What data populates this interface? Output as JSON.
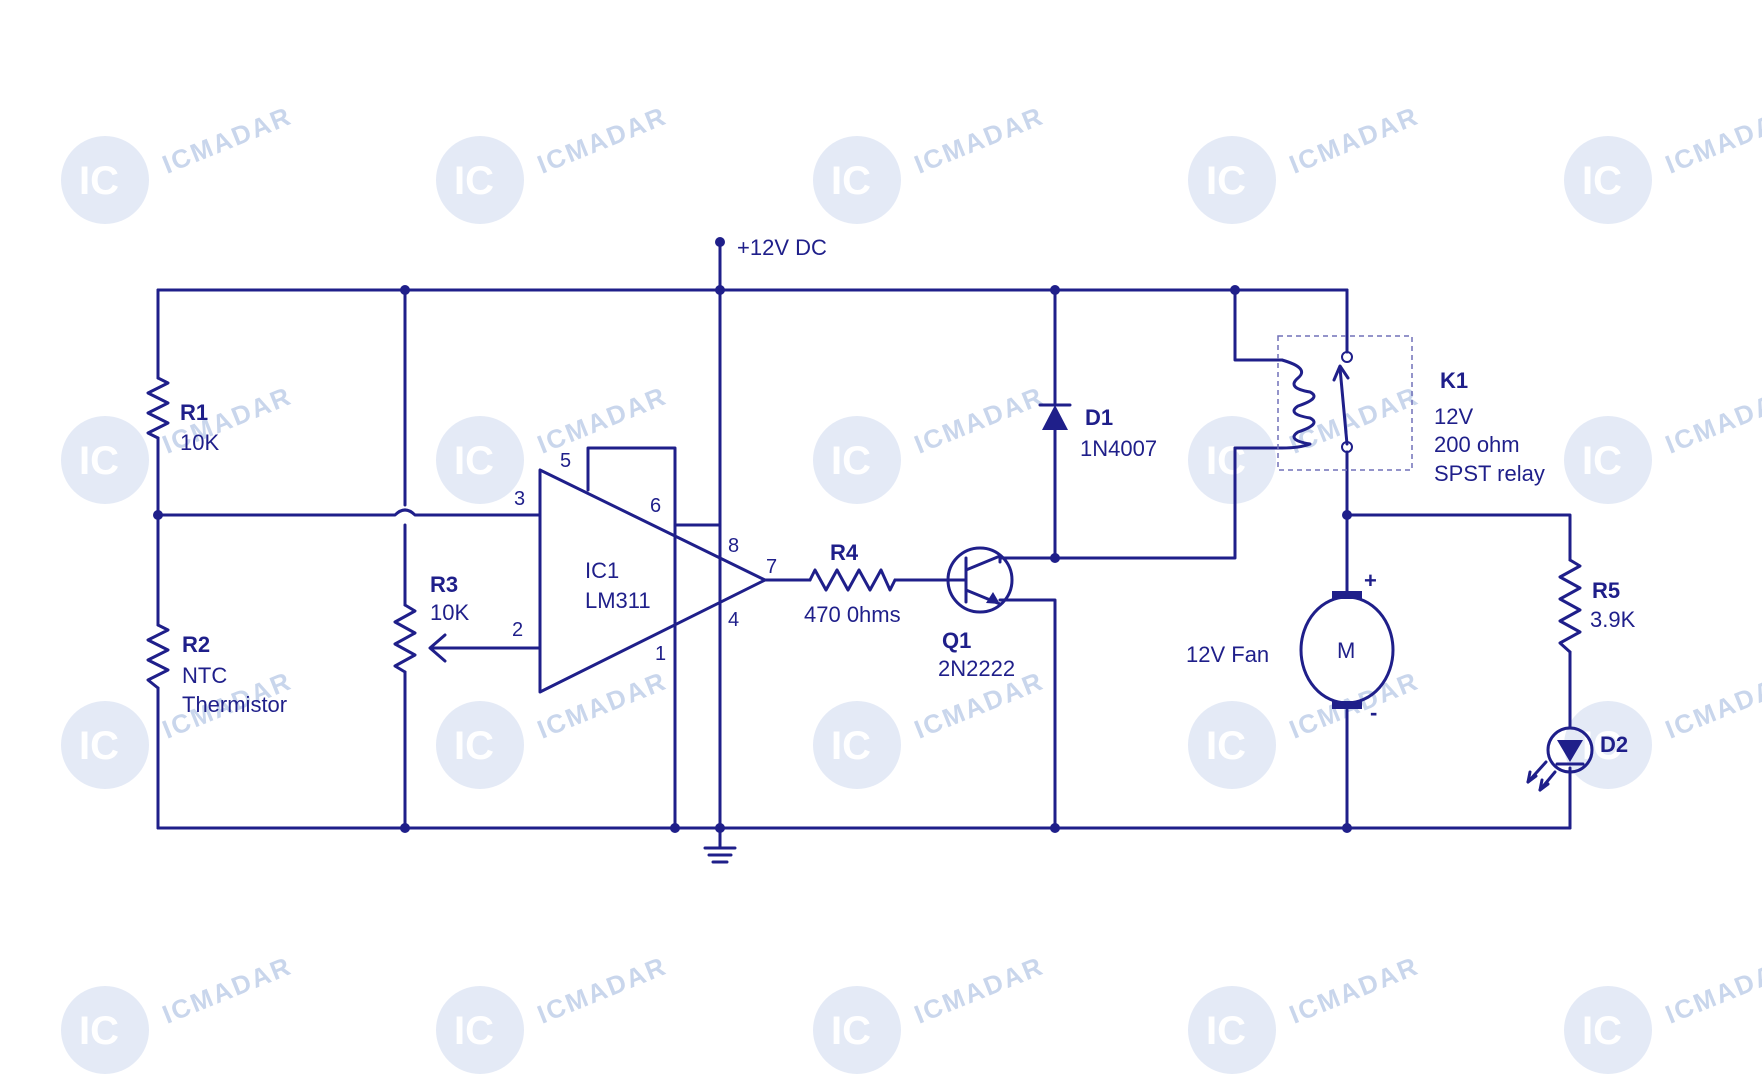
{
  "watermark": {
    "brand": "ICMADAR",
    "badge": "IC"
  },
  "supply": {
    "label": "+12V DC"
  },
  "components": {
    "r1": {
      "ref": "R1",
      "value": "10K"
    },
    "r2": {
      "ref": "R2",
      "value_line1": "NTC",
      "value_line2": "Thermistor"
    },
    "r3": {
      "ref": "R3",
      "value": "10K"
    },
    "ic1": {
      "ref": "IC1",
      "part": "LM311",
      "pins": {
        "p1": "1",
        "p2": "2",
        "p3": "3",
        "p4": "4",
        "p5": "5",
        "p6": "6",
        "p7": "7",
        "p8": "8"
      }
    },
    "r4": {
      "ref": "R4",
      "value": "470 0hms"
    },
    "q1": {
      "ref": "Q1",
      "part": "2N2222"
    },
    "d1": {
      "ref": "D1",
      "part": "1N4007"
    },
    "k1": {
      "ref": "K1",
      "line1": "12V",
      "line2": "200 ohm",
      "line3": "SPST relay"
    },
    "fan": {
      "label": "12V Fan",
      "symbol": "M",
      "plus": "+",
      "minus": "-"
    },
    "r5": {
      "ref": "R5",
      "value": "3.9K"
    },
    "d2": {
      "ref": "D2"
    }
  },
  "colors": {
    "ink": "#1f1f8a",
    "watermark": "#c9d6ec"
  }
}
